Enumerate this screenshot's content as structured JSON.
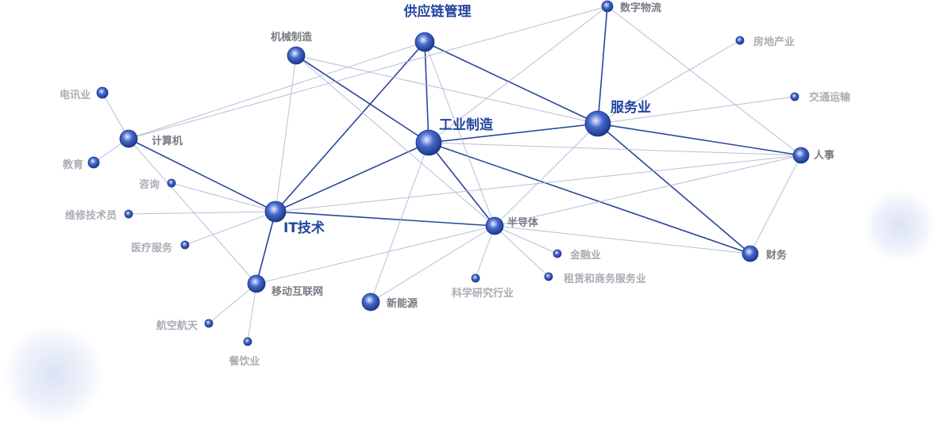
{
  "colors": {
    "primary": "#1f3f99",
    "primary_label": "#24459f",
    "secondary_label": "#777b83",
    "faint_label": "#a9adb4",
    "strong_edge": "#1e3d92",
    "weak_edge": "#a9b4cf",
    "node_core": "#e9efff",
    "node_mid": "#4769cd",
    "node_edge": "#1b3789"
  },
  "nodes": [
    {
      "id": "supply",
      "label": "供应链管理",
      "tier": 1
    },
    {
      "id": "industrial",
      "label": "工业制造",
      "tier": 1
    },
    {
      "id": "service",
      "label": "服务业",
      "tier": 1
    },
    {
      "id": "it",
      "label": "IT技术",
      "tier": 1
    },
    {
      "id": "machinery",
      "label": "机械制造",
      "tier": 2
    },
    {
      "id": "logistics",
      "label": "数字物流",
      "tier": 2
    },
    {
      "id": "computer",
      "label": "计算机",
      "tier": 2
    },
    {
      "id": "hr",
      "label": "人事",
      "tier": 2
    },
    {
      "id": "semiconductor",
      "label": "半导体",
      "tier": 2
    },
    {
      "id": "finance",
      "label": "财务",
      "tier": 2
    },
    {
      "id": "mobile",
      "label": "移动互联网",
      "tier": 2
    },
    {
      "id": "newenergy",
      "label": "新能源",
      "tier": 2
    },
    {
      "id": "realestate",
      "label": "房地产业",
      "tier": 3
    },
    {
      "id": "transport",
      "label": "交通运输",
      "tier": 3
    },
    {
      "id": "telecom",
      "label": "电讯业",
      "tier": 3
    },
    {
      "id": "education",
      "label": "教育",
      "tier": 3
    },
    {
      "id": "consulting",
      "label": "咨询",
      "tier": 3
    },
    {
      "id": "maintenance",
      "label": "维修技术员",
      "tier": 3
    },
    {
      "id": "medical",
      "label": "医疗服务",
      "tier": 3
    },
    {
      "id": "aerospace",
      "label": "航空航天",
      "tier": 3
    },
    {
      "id": "catering",
      "label": "餐饮业",
      "tier": 3
    },
    {
      "id": "banking",
      "label": "金融业",
      "tier": 3
    },
    {
      "id": "leasing",
      "label": "租赁和商务服务业",
      "tier": 3
    },
    {
      "id": "research",
      "label": "科学研究行业",
      "tier": 3
    }
  ],
  "edges": [
    [
      "supply",
      "industrial",
      "strong"
    ],
    [
      "supply",
      "it",
      "strong"
    ],
    [
      "supply",
      "service",
      "strong"
    ],
    [
      "machinery",
      "industrial",
      "strong"
    ],
    [
      "computer",
      "it",
      "strong"
    ],
    [
      "industrial",
      "it",
      "strong"
    ],
    [
      "industrial",
      "service",
      "strong"
    ],
    [
      "industrial",
      "semiconductor",
      "strong"
    ],
    [
      "industrial",
      "finance",
      "strong"
    ],
    [
      "it",
      "semiconductor",
      "strong"
    ],
    [
      "it",
      "mobile",
      "strong"
    ],
    [
      "service",
      "hr",
      "strong"
    ],
    [
      "service",
      "finance",
      "strong"
    ],
    [
      "logistics",
      "service",
      "strong"
    ],
    [
      "service",
      "transport",
      "weak"
    ],
    [
      "service",
      "realestate",
      "weak"
    ],
    [
      "service",
      "semiconductor",
      "weak"
    ],
    [
      "logistics",
      "industrial",
      "weak"
    ],
    [
      "logistics",
      "hr",
      "weak"
    ],
    [
      "logistics",
      "computer",
      "weak"
    ],
    [
      "supply",
      "computer",
      "weak"
    ],
    [
      "supply",
      "semiconductor",
      "weak"
    ],
    [
      "machinery",
      "service",
      "weak"
    ],
    [
      "machinery",
      "it",
      "weak"
    ],
    [
      "machinery",
      "semiconductor",
      "weak"
    ],
    [
      "telecom",
      "computer",
      "weak"
    ],
    [
      "computer",
      "education",
      "weak"
    ],
    [
      "computer",
      "mobile",
      "weak"
    ],
    [
      "consulting",
      "it",
      "weak"
    ],
    [
      "maintenance",
      "it",
      "weak"
    ],
    [
      "medical",
      "it",
      "weak"
    ],
    [
      "it",
      "hr",
      "weak"
    ],
    [
      "industrial",
      "hr",
      "weak"
    ],
    [
      "industrial",
      "newenergy",
      "weak"
    ],
    [
      "semiconductor",
      "hr",
      "weak"
    ],
    [
      "semiconductor",
      "finance",
      "weak"
    ],
    [
      "semiconductor",
      "banking",
      "weak"
    ],
    [
      "semiconductor",
      "leasing",
      "weak"
    ],
    [
      "semiconductor",
      "research",
      "weak"
    ],
    [
      "semiconductor",
      "newenergy",
      "weak"
    ],
    [
      "semiconductor",
      "mobile",
      "weak"
    ],
    [
      "mobile",
      "aerospace",
      "weak"
    ],
    [
      "mobile",
      "catering",
      "weak"
    ],
    [
      "hr",
      "finance",
      "weak"
    ]
  ]
}
